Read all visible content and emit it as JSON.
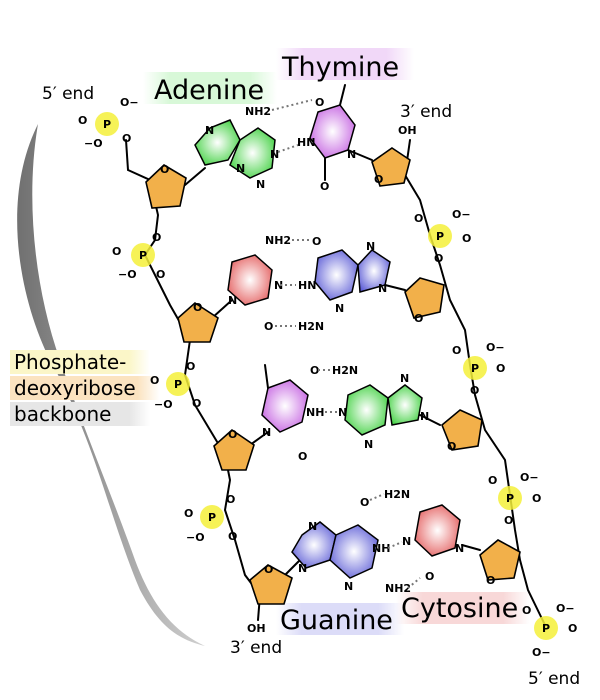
{
  "labels": {
    "adenine": "Adenine",
    "thymine": "Thymine",
    "guanine": "Guanine",
    "cytosine": "Cytosine",
    "five_prime_top": "5′ end",
    "three_prime_top": "3′ end",
    "three_prime_bottom": "3′ end",
    "five_prime_bottom": "5′ end",
    "backbone_line1": "Phosphate-",
    "backbone_line2": "deoxyribose",
    "backbone_line3": "backbone"
  },
  "atoms": {
    "oh": "OH",
    "nh2": "NH2",
    "hn": "HN",
    "nh": "NH",
    "h2n": "H2N",
    "n": "N",
    "o": "O",
    "p": "P",
    "o_minus": "O−",
    "minus_o": "−O"
  },
  "colors": {
    "adenine": "#4ad94a",
    "thymine": "#cc66e6",
    "guanine": "#6b6bde",
    "cytosine": "#e86a6a",
    "sugar": "#f2b04a",
    "phosphate": "#f4f03a",
    "backbone_bracket": "#9a9a9a"
  }
}
